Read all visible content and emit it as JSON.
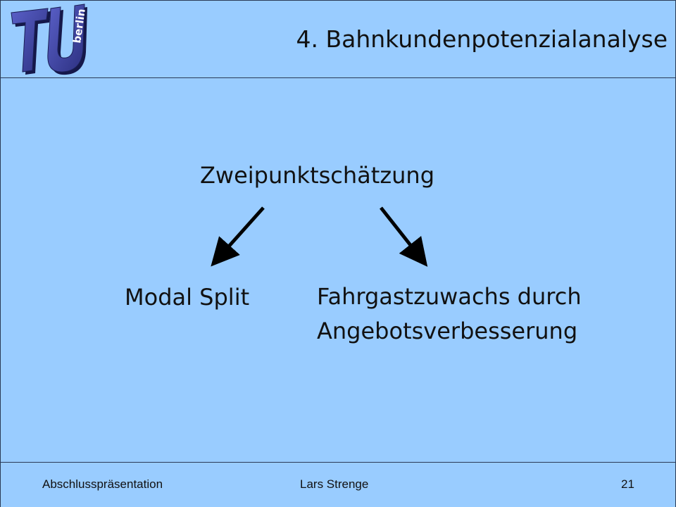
{
  "header": {
    "title": "4. Bahnkundenpotenzialanalyse",
    "logo": {
      "icon": "tu-berlin-logo-icon",
      "text": "berlin"
    }
  },
  "diagram": {
    "root": "Zweipunktschätzung",
    "left_branch": "Modal Split",
    "right_branch_line1": "Fahrgastzuwachs durch",
    "right_branch_line2": "Angebotsverbesserung"
  },
  "footer": {
    "left": "Abschlusspräsentation",
    "center": "Lars Strenge",
    "page_number": "21"
  },
  "colors": {
    "background": "#99ccff",
    "logo_main": "#3a3f9e",
    "logo_shadow": "#1a1f55",
    "text": "#111111"
  }
}
